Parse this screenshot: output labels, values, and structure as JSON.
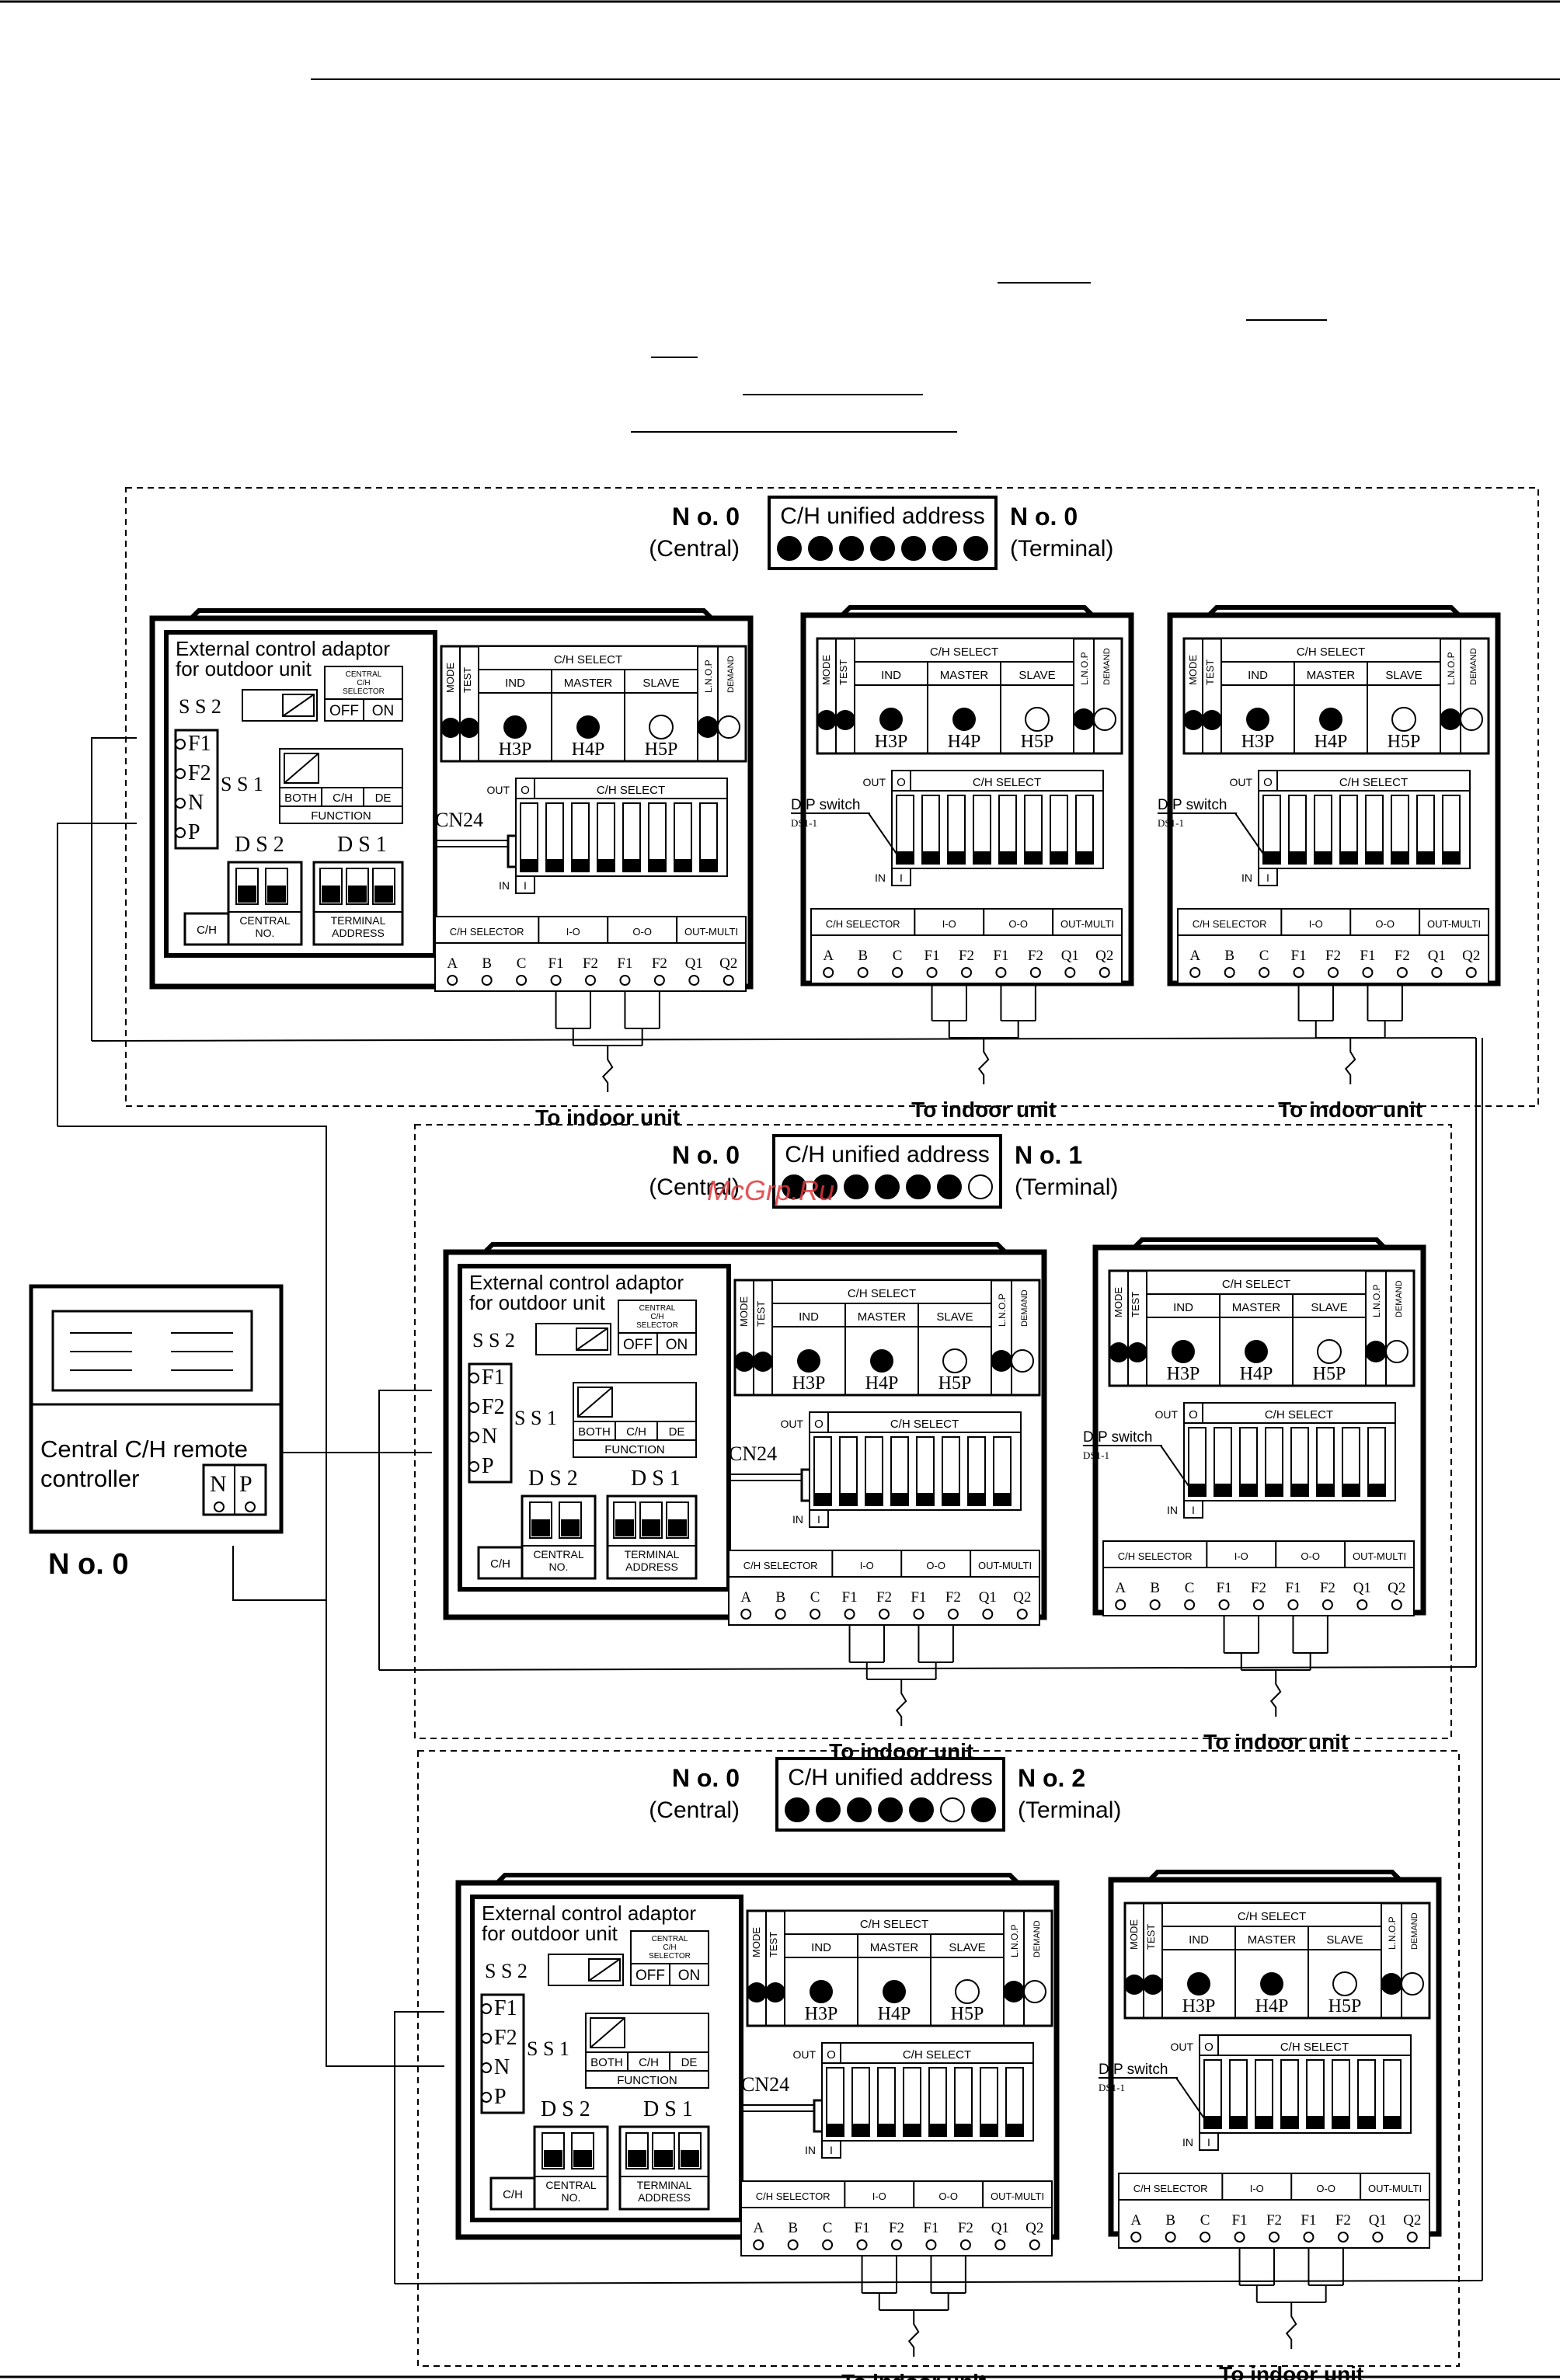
{
  "watermark": "McGrp.Ru",
  "colors": {
    "ink": "#000000",
    "paper": "#ffffff",
    "watermark": "#e0383b"
  },
  "strings": {
    "external_control_adaptor": "External control adaptor",
    "for_outdoor_unit": "for outdoor unit",
    "ss2": "S S 2",
    "ss1": "S S 1",
    "ds2": "D S 2",
    "ds1": "D S 1",
    "cn24": "CN24",
    "central_ch_selector": [
      "CENTRAL",
      "C/H",
      "SELECTOR"
    ],
    "off": "OFF",
    "on": "ON",
    "both": "BOTH",
    "ch": "C/H",
    "de": "DE",
    "function": "FUNCTION",
    "central_no": [
      "CENTRAL",
      "NO."
    ],
    "terminal_address": [
      "TERMINAL",
      "ADDRESS"
    ],
    "mode": "MODE",
    "test": "TEST",
    "ch_select": "C/H SELECT",
    "ind": "IND",
    "master": "MASTER",
    "slave": "SLAVE",
    "lnop": "L.N.O.P",
    "demand": "DEMAND",
    "h3p": "H3P",
    "h4p": "H4P",
    "h5p": "H5P",
    "out": "OUT",
    "in": "IN",
    "dip_switch": "DIP switch",
    "ds1_1": "DS1-1",
    "ch_selector": "C/H SELECTOR",
    "io": "I-O",
    "oo": "O-O",
    "out_multi": "OUT-MULTI",
    "terminals": [
      "A",
      "B",
      "C",
      "F1",
      "F2",
      "F1",
      "F2",
      "Q1",
      "Q2"
    ],
    "adaptor_terminals": [
      "F1",
      "F2",
      "N",
      "P"
    ],
    "to_indoor_unit": "To indoor unit",
    "ch_unified_address": "C/H unified address"
  },
  "groups": [
    {
      "central_label": "N o. 0",
      "central_sub": "(Central)",
      "terminal_label": "N o. 0",
      "terminal_sub": "(Terminal)",
      "address_pattern": [
        1,
        1,
        1,
        1,
        1,
        1,
        1
      ]
    },
    {
      "central_label": "N o. 0",
      "central_sub": "(Central)",
      "terminal_label": "N o. 1",
      "terminal_sub": "(Terminal)",
      "address_pattern": [
        1,
        1,
        1,
        1,
        1,
        1,
        0
      ]
    },
    {
      "central_label": "N o. 0",
      "central_sub": "(Central)",
      "terminal_label": "N o. 2",
      "terminal_sub": "(Terminal)",
      "address_pattern": [
        1,
        1,
        1,
        1,
        1,
        0,
        1
      ]
    }
  ],
  "remote_controller": {
    "label_line1": "Central C/H remote",
    "label_line2": "controller",
    "terminals": [
      "N",
      "P"
    ],
    "number_label": "N o. 0"
  }
}
